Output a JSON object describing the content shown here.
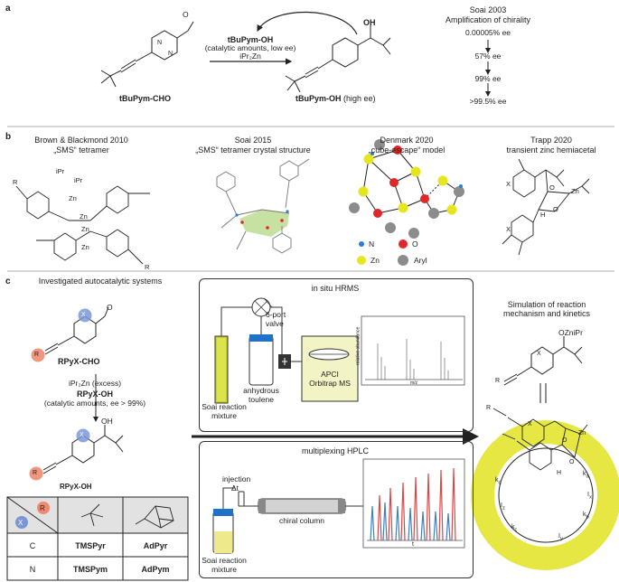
{
  "panel_a": {
    "label": "a",
    "reactant": "tBuPym-CHO",
    "reagent1": "tBuPym-OH",
    "reagent2": "(catalytic amounts, low ee)",
    "reagent3": "iPr₂Zn",
    "product": "tBuPym-OH",
    "product_note": "(high ee)",
    "soai_title": "Soai 2003",
    "soai_subtitle": "Amplification of chirality",
    "ee_steps": [
      "0.00005% ee",
      "57% ee",
      "99% ee",
      ">99.5% ee"
    ]
  },
  "panel_b": {
    "label": "b",
    "items": [
      {
        "title": "Brown & Blackmond 2010",
        "subtitle": "„SMS“ tetramer"
      },
      {
        "title": "Soai 2015",
        "subtitle": "„SMS“ tetramer crystal structure"
      },
      {
        "title": "Denmark 2020",
        "subtitle": "„cube-escape“ model"
      },
      {
        "title": "Trapp 2020",
        "subtitle": "transient zinc hemiacetal"
      }
    ],
    "legend": {
      "n": "N",
      "o": "O",
      "zn": "Zn",
      "aryl": "Aryl"
    },
    "colors": {
      "n": "#2a7fd4",
      "o": "#e02828",
      "zn": "#e6e61e",
      "aryl": "#8c8c8c"
    }
  },
  "panel_c": {
    "label": "c",
    "left_title": "Investigated autocatalytic systems",
    "reactant": "RPyX-CHO",
    "reagent1": "iPr₂Zn (excess)",
    "reagent2": "RPyX-OH",
    "reagent3": "(catalytic amounts, ee > 99%)",
    "product": "RPyX-OH",
    "table": {
      "header_x": "X",
      "header_r": "R",
      "rows": [
        {
          "x": "C",
          "a": "TMSPyr",
          "b": "AdPyr"
        },
        {
          "x": "N",
          "a": "TMSPym",
          "b": "AdPym"
        }
      ]
    },
    "hrms": {
      "title": "in situ HRMS",
      "valve": "6-port\nvalve",
      "toluene": "anhydrous\ntoulene",
      "mixture": "Soai reaction\nmixture",
      "apci": "APCI\nOrbitrap MS",
      "xaxis": "m/z",
      "yaxis": "relative abundance"
    },
    "hplc": {
      "title": "multiplexing HPLC",
      "injection": "injection",
      "dt": "Δt",
      "column": "chiral column",
      "mixture": "Soai reaction\nmixture",
      "xaxis": "t"
    },
    "right_title": "Simulation of reaction\nmechanism and kinetics",
    "intermediate": "OZniPr",
    "cycle_labels": [
      "k",
      "I",
      "k",
      "I",
      "k",
      "I",
      "k",
      "I"
    ],
    "cycle_subs": [
      "a",
      "x",
      "b",
      "y",
      "c",
      "z",
      "d",
      "a"
    ]
  }
}
